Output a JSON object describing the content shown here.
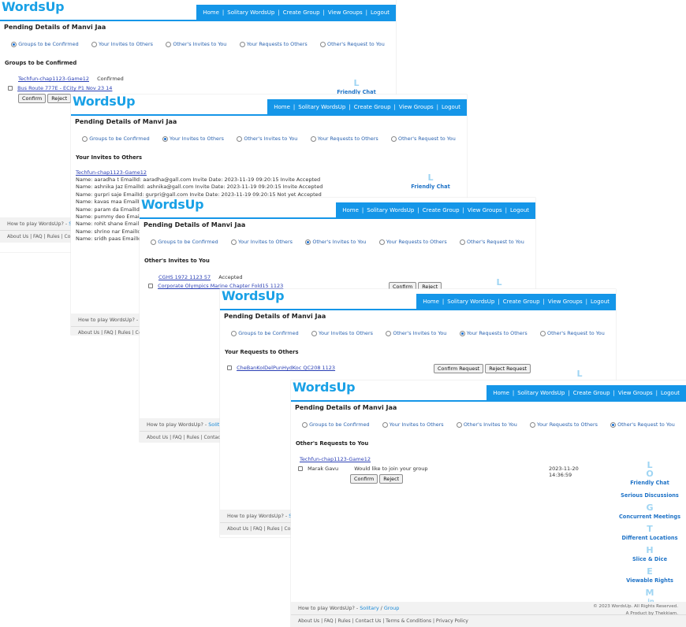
{
  "app": {
    "logo": "WordsUp",
    "nav": [
      "Home",
      "Solitary WordsUp",
      "Create Group",
      "View Groups",
      "Logout"
    ],
    "page_title": "Pending Details of Manvi Jaa",
    "tabs": [
      "Groups to be Confirmed",
      "Your Invites to Others",
      "Other's Invites to You",
      "Your Requests to Others",
      "Other's Request to You"
    ]
  },
  "panel1": {
    "section": "Groups to be Confirmed",
    "rows": [
      {
        "name": "Techfun-chap1123-Game12",
        "status": "Confirmed"
      },
      {
        "name": "Bus Route 777E - ECity P1 Nov 23 14",
        "status": ""
      }
    ],
    "confirm": "Confirm",
    "reject": "Reject"
  },
  "panel2": {
    "section": "Your Invites to Others",
    "group": "Techfun-chap1123-Game12",
    "invites": [
      "Name: aaradha t  EmailId: aaradha@gall.com  Invite Date: 2023-11-19 09:20:15  Invite Accepted",
      "Name: ashnika Jaz  EmailId: ashnika@gall.com  Invite Date: 2023-11-19 09:20:15  Invite Accepted",
      "Name: gurpri saje  EmailId: gurpri@gall.com  Invite Date: 2023-11-19 09:20:15  Not yet Accepted",
      "Name: kavas maa  EmailId:",
      "Name: param da  EmailId:",
      "Name: pummy deo  EmailId:",
      "Name: rohit shane  EmailId:",
      "Name: shrino nar  EmailId:",
      "Name: sridh paas  EmailId:"
    ]
  },
  "panel3": {
    "section": "Other's Invites to You",
    "rows": [
      {
        "name": "CGHS 1972 1123 57",
        "status": "Accepted"
      },
      {
        "name": "Corporate Olympics Marine Chapter Fold15 1123",
        "status": ""
      }
    ],
    "confirm": "Confirm",
    "reject": "Reject"
  },
  "panel4": {
    "section": "Your Requests to Others",
    "row": "CheBanKoIDelPunHydKoc QC208 1123",
    "confirm": "Confirm Request",
    "reject": "Reject Request"
  },
  "panel5": {
    "section": "Other's Requests to You",
    "group": "Techfun-chap1123-Game12",
    "request_name": "Marak Gavu",
    "request_msg": "Would like to join your group",
    "request_date": "2023-11-20 14:36:59",
    "confirm": "Confirm",
    "reject": "Reject"
  },
  "sidebar": {
    "letters": [
      "L",
      "O",
      "G",
      "T",
      "H",
      "E",
      "M",
      ".in"
    ],
    "features": [
      "Friendly Chat",
      "Serious Discussions",
      "Concurrent Meetings",
      "Different Locations",
      "Slice & Dice",
      "Viewable Rights"
    ]
  },
  "footer": {
    "how_to": "How to play WordsUp?",
    "solitary": "Solitary",
    "group": "Group",
    "links": [
      "About Us",
      "FAQ",
      "Rules",
      "Contact Us",
      "Terms & Conditions",
      "Privacy Policy"
    ],
    "copyright": "© 2023 WordsUp. All Rights Reserved.",
    "product_by": "A Product by Thekkiam."
  }
}
